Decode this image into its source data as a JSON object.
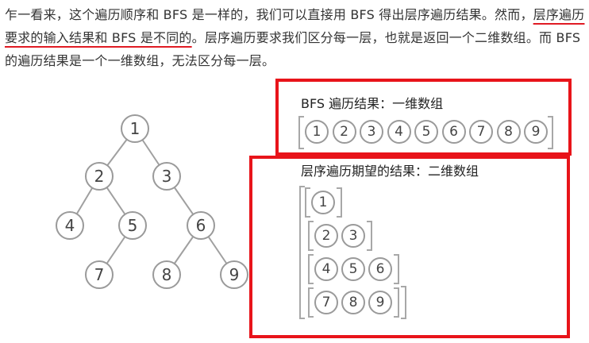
{
  "paragraph": {
    "before": "乍一看来，这个遍历顺序和 BFS 是一样的，我们可以直接用 BFS 得出层序遍历结果。然而，",
    "underlined": "层序遍历要求的输入结果和 BFS 是不同的",
    "after": "。层序遍历要求我们区分每一层，也就是返回一个二维数组。而 BFS 的遍历结果是一个一维数组，无法区分每一层。"
  },
  "tree": {
    "nodes": [
      "1",
      "2",
      "3",
      "4",
      "5",
      "6",
      "7",
      "8",
      "9"
    ]
  },
  "bfs_box": {
    "title": "BFS 遍历结果：一维数组",
    "items": [
      "1",
      "2",
      "3",
      "4",
      "5",
      "6",
      "7",
      "8",
      "9"
    ]
  },
  "level_box": {
    "title": "层序遍历期望的结果：二维数组",
    "rows": [
      [
        "1"
      ],
      [
        "2",
        "3"
      ],
      [
        "4",
        "5",
        "6"
      ],
      [
        "7",
        "8",
        "9"
      ]
    ]
  },
  "colors": {
    "highlight": "#e8141a",
    "node_stroke": "#9a9a9a"
  }
}
